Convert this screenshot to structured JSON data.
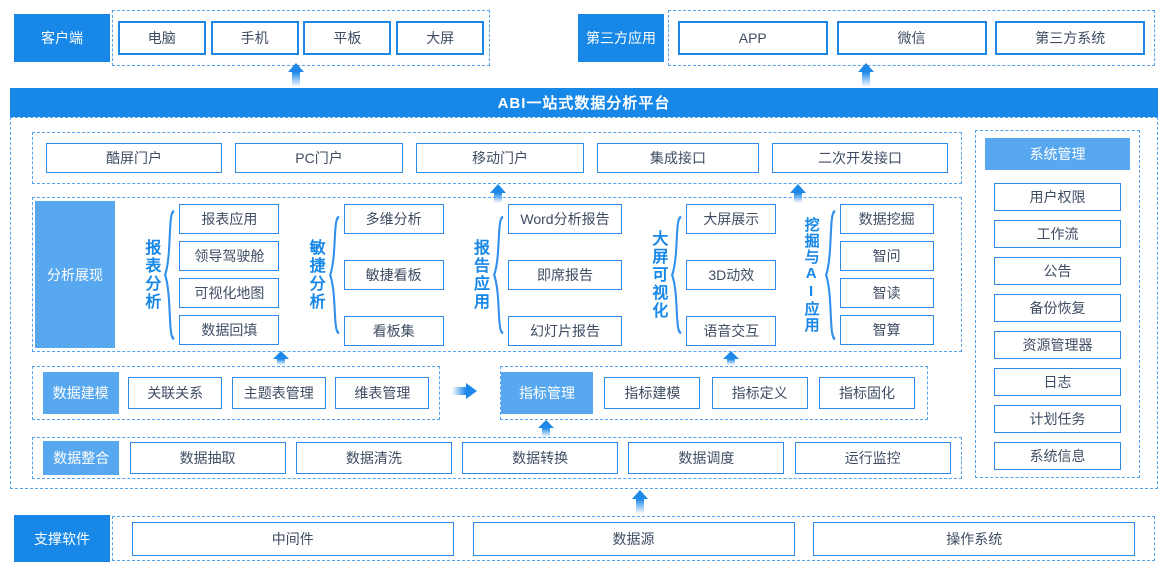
{
  "colors": {
    "primary_blue": "#1787e8",
    "light_blue": "#58a8ef",
    "box_border": "#2e8ae8",
    "dashed_border": "#55a2ee",
    "text_dark": "#3f4d63"
  },
  "client": {
    "label": "客户端",
    "items": [
      "电脑",
      "手机",
      "平板",
      "大屏"
    ]
  },
  "third_party": {
    "label": "第三方应用",
    "items": [
      "APP",
      "微信",
      "第三方系统"
    ]
  },
  "banner": {
    "title": "ABI一站式数据分析平台"
  },
  "portal": {
    "items": [
      "酷屏门户",
      "PC门户",
      "移动门户",
      "集成接口",
      "二次开发接口"
    ]
  },
  "analysis": {
    "label": "分析展现",
    "groups": [
      {
        "name": "报表分析",
        "items": [
          "报表应用",
          "领导驾驶舱",
          "可视化地图",
          "数据回填"
        ]
      },
      {
        "name": "敏捷分析",
        "items": [
          "多维分析",
          "敏捷看板",
          "看板集"
        ]
      },
      {
        "name": "报告应用",
        "items": [
          "Word分析报告",
          "即席报告",
          "幻灯片报告"
        ]
      },
      {
        "name": "大屏可视化",
        "items": [
          "大屏展示",
          "3D动效",
          "语音交互"
        ]
      },
      {
        "name": "挖掘与AI应用",
        "items": [
          "数据挖掘",
          "智问",
          "智读",
          "智算"
        ]
      }
    ]
  },
  "modeling": {
    "label": "数据建模",
    "items": [
      "关联关系",
      "主题表管理",
      "维表管理"
    ],
    "metric_hub": "指标管理",
    "metric_items": [
      "指标建模",
      "指标定义",
      "指标固化"
    ]
  },
  "integration": {
    "label": "数据整合",
    "items": [
      "数据抽取",
      "数据清洗",
      "数据转换",
      "数据调度",
      "运行监控"
    ]
  },
  "system": {
    "label": "系统管理",
    "items": [
      "用户权限",
      "工作流",
      "公告",
      "备份恢复",
      "资源管理器",
      "日志",
      "计划任务",
      "系统信息"
    ]
  },
  "support": {
    "label": "支撑软件",
    "items": [
      "中间件",
      "数据源",
      "操作系统"
    ]
  }
}
